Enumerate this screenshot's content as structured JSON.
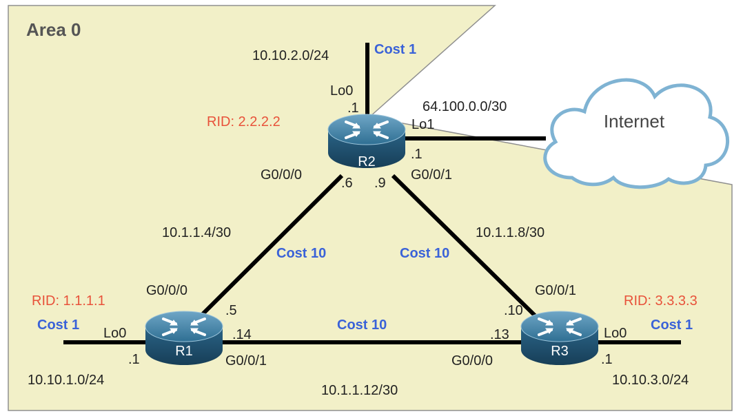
{
  "area": {
    "label": "Area 0"
  },
  "colors": {
    "area_fill": "#f2f0c8",
    "cost": "#3a62d8",
    "rid": "#e8523a",
    "router": "#2e6b8e",
    "cloud_stroke": "#7fb3d3"
  },
  "cloud": {
    "label": "Internet",
    "icon": "cloud-icon"
  },
  "routers": {
    "r1": {
      "name": "R1",
      "rid": "RID: 1.1.1.1",
      "icon": "router-icon"
    },
    "r2": {
      "name": "R2",
      "rid": "RID: 2.2.2.2",
      "icon": "router-icon"
    },
    "r3": {
      "name": "R3",
      "rid": "RID: 3.3.3.3",
      "icon": "router-icon"
    }
  },
  "r1": {
    "lo0": {
      "if": "Lo0",
      "addr": ".1",
      "net": "10.10.1.0/24",
      "cost": "Cost 1"
    },
    "g000": {
      "if": "G0/0/0",
      "addr": ".5"
    },
    "g001": {
      "if": "G0/0/1",
      "addr": ".14"
    }
  },
  "r2": {
    "lo0": {
      "if": "Lo0",
      "addr": ".1",
      "net": "10.10.2.0/24",
      "cost": "Cost 1"
    },
    "lo1": {
      "if": "Lo1",
      "addr": ".1",
      "net": "64.100.0.0/30"
    },
    "g000": {
      "if": "G0/0/0",
      "addr": ".6"
    },
    "g001": {
      "if": "G0/0/1",
      "addr": ".9"
    }
  },
  "r3": {
    "lo0": {
      "if": "Lo0",
      "addr": ".1",
      "net": "10.10.3.0/24",
      "cost": "Cost 1"
    },
    "g001": {
      "if": "G0/0/1",
      "addr": ".10"
    },
    "g000": {
      "if": "G0/0/0",
      "addr": ".13"
    }
  },
  "links": {
    "r1_r2": {
      "net": "10.1.1.4/30",
      "cost": "Cost 10"
    },
    "r2_r3": {
      "net": "10.1.1.8/30",
      "cost": "Cost 10"
    },
    "r1_r3": {
      "net": "10.1.1.12/30",
      "cost": "Cost 10"
    }
  }
}
